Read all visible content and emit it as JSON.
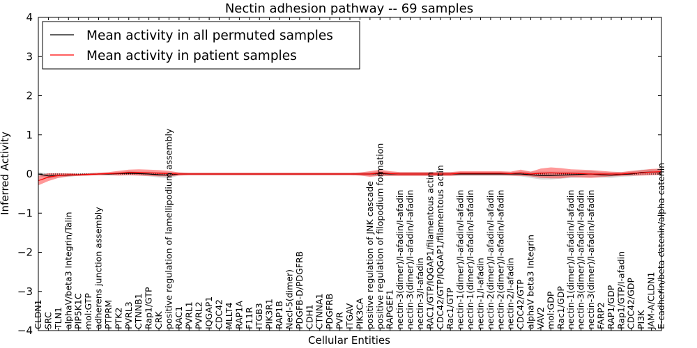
{
  "chart_data": {
    "type": "line",
    "title": "Nectin adhesion pathway -- 69 samples",
    "xlabel": "Cellular Entities",
    "ylabel": "Inferred Activity",
    "ylim": [
      -4,
      4
    ],
    "yticks": [
      -4,
      -3,
      -2,
      -1,
      0,
      1,
      2,
      3,
      4
    ],
    "grid": false,
    "legend_position": "top-left",
    "categories": [
      "CLDN1",
      "SRC",
      "TLN1",
      "alphaV/beta3 Integrin/Talin",
      "PIP5K1C",
      "mol:GTP",
      "adherens junction assembly",
      "PTPRM",
      "PTK2",
      "PVRL3",
      "CTNNB1",
      "Rap1/GTP",
      "CRK",
      "positive regulation of lamellipodium assembly",
      "RAC1",
      "PVRL1",
      "PVRL2",
      "IQGAP1",
      "CDC42",
      "MLLT4",
      "RAP1A",
      "F11R",
      "ITGB3",
      "PIK3R1",
      "RAP1B",
      "Necl-5(dimer)",
      "PDGFB-D/PDGFRB",
      "CDH1",
      "CTNNA1",
      "PDGFRB",
      "PVR",
      "ITGAV",
      "PIK3CA",
      "positive regulation of JNK cascade",
      "positive regulation of filopodium formation",
      "RAPGEF1",
      "nectin-3(dimer)/I-afadin/I-afadin",
      "nectin-3(dimer)/I-afadin/I-afadin",
      "nectin-3/I-afadin",
      "RAC1/GTP/IQGAP1/filamentous actin",
      "CDC42/GTP/IQGAP1/filamentous actin",
      "Rac1/GTP",
      "nectin-1(dimer)/I-afadin/I-afadin",
      "nectin-1(dimer)/I-afadin/I-afadin",
      "nectin-1/I-afadin",
      "nectin-2(dimer)/I-afadin/I-afadin",
      "nectin-2(dimer)/I-afadin/I-afadin",
      "nectin-2/I-afadin",
      "CDC42/GTP",
      "alphaV beta3 Integrin",
      "VAV2",
      "mol:GDP",
      "Rac1/GDP",
      "nectin-1(dimer)/I-afadin/I-afadin",
      "nectin-3(dimer)/I-afadin/I-afadin",
      "nectin-3(dimer)/I-afadin/I-afadin",
      "FARP2",
      "RAP1/GDP",
      "Rap1/GTP/I-afadin",
      "CDC42/GDP",
      "PI3K",
      "JAM-A/CLDN1",
      "E-cadherin/beta catenin/alpha catenin"
    ],
    "upper_categories": [
      "positive regulation of lamellipodium assembly",
      "positive regulation of JNK cascade",
      "positive regulation of filopodium formation",
      "nectin-3(dimer)/I-afadin/I-afadin",
      "RAC1/GTP/IQGAP1/filamentous actin",
      "CDC42/GTP/IQGAP1/filamentous actin",
      "nectin-1(dimer)/I-afadin/I-afadin",
      "nectin-2(dimer)/I-afadin/I-afadin",
      "nectin-3(dimer)/I-afadin/I-afadin",
      "nectin-2(dimer)/I-afadin/I-afadin",
      "Necl-5(dimer)",
      "E-cadherin/beta catenin/alpha catenin"
    ],
    "series": [
      {
        "name": "Mean activity in all permuted samples",
        "color": "#000000",
        "values": [
          0.0,
          -0.05,
          -0.04,
          -0.03,
          -0.02,
          -0.01,
          0.0,
          0.0,
          0.01,
          0.02,
          0.01,
          0.0,
          -0.02,
          -0.03,
          0.0,
          0.0,
          0.0,
          0.0,
          0.0,
          0.0,
          0.0,
          0.0,
          0.0,
          0.0,
          0.0,
          0.0,
          0.0,
          0.0,
          0.0,
          0.0,
          0.0,
          0.0,
          0.0,
          0.0,
          0.01,
          0.0,
          0.0,
          0.0,
          0.0,
          0.0,
          0.0,
          0.0,
          0.0,
          0.0,
          0.0,
          0.0,
          0.0,
          0.0,
          0.0,
          -0.02,
          -0.04,
          -0.04,
          -0.03,
          -0.02,
          -0.01,
          0.0,
          -0.02,
          -0.03,
          -0.01,
          0.0,
          0.04,
          0.05,
          0.05
        ],
        "band": [
          0.05,
          0.06,
          0.05,
          0.04,
          0.03,
          0.03,
          0.03,
          0.03,
          0.04,
          0.05,
          0.05,
          0.06,
          0.07,
          0.08,
          0.04,
          0.03,
          0.03,
          0.03,
          0.03,
          0.03,
          0.03,
          0.03,
          0.03,
          0.03,
          0.03,
          0.03,
          0.03,
          0.03,
          0.03,
          0.03,
          0.03,
          0.03,
          0.04,
          0.05,
          0.06,
          0.05,
          0.05,
          0.05,
          0.05,
          0.05,
          0.05,
          0.05,
          0.05,
          0.05,
          0.05,
          0.05,
          0.05,
          0.05,
          0.06,
          0.08,
          0.1,
          0.1,
          0.09,
          0.08,
          0.08,
          0.08,
          0.07,
          0.07,
          0.06,
          0.06,
          0.07,
          0.07,
          0.07
        ]
      },
      {
        "name": "Mean activity in patient samples",
        "color": "#ff0000",
        "values": [
          -0.17,
          -0.08,
          -0.04,
          -0.02,
          -0.02,
          -0.01,
          0.0,
          0.01,
          0.02,
          0.04,
          0.04,
          0.03,
          0.02,
          0.01,
          0.0,
          0.0,
          0.0,
          0.0,
          0.0,
          0.0,
          0.0,
          0.0,
          0.0,
          0.0,
          0.0,
          0.0,
          0.0,
          0.0,
          0.0,
          0.0,
          0.0,
          0.0,
          0.0,
          0.0,
          0.03,
          0.01,
          0.0,
          0.0,
          0.0,
          0.0,
          0.0,
          0.0,
          0.02,
          0.02,
          0.02,
          0.02,
          0.02,
          0.01,
          0.03,
          0.0,
          0.02,
          0.03,
          0.02,
          0.02,
          0.01,
          0.0,
          0.0,
          0.0,
          0.0,
          0.02,
          0.03,
          0.05,
          0.06
        ],
        "band": [
          0.12,
          0.1,
          0.06,
          0.04,
          0.03,
          0.03,
          0.03,
          0.04,
          0.06,
          0.07,
          0.08,
          0.08,
          0.08,
          0.07,
          0.04,
          0.03,
          0.03,
          0.03,
          0.03,
          0.03,
          0.03,
          0.03,
          0.03,
          0.03,
          0.03,
          0.03,
          0.03,
          0.03,
          0.03,
          0.03,
          0.03,
          0.03,
          0.04,
          0.07,
          0.08,
          0.06,
          0.05,
          0.05,
          0.05,
          0.05,
          0.05,
          0.05,
          0.05,
          0.05,
          0.05,
          0.05,
          0.05,
          0.05,
          0.08,
          0.06,
          0.12,
          0.14,
          0.13,
          0.1,
          0.1,
          0.1,
          0.08,
          0.06,
          0.05,
          0.06,
          0.07,
          0.08,
          0.08
        ]
      }
    ]
  }
}
